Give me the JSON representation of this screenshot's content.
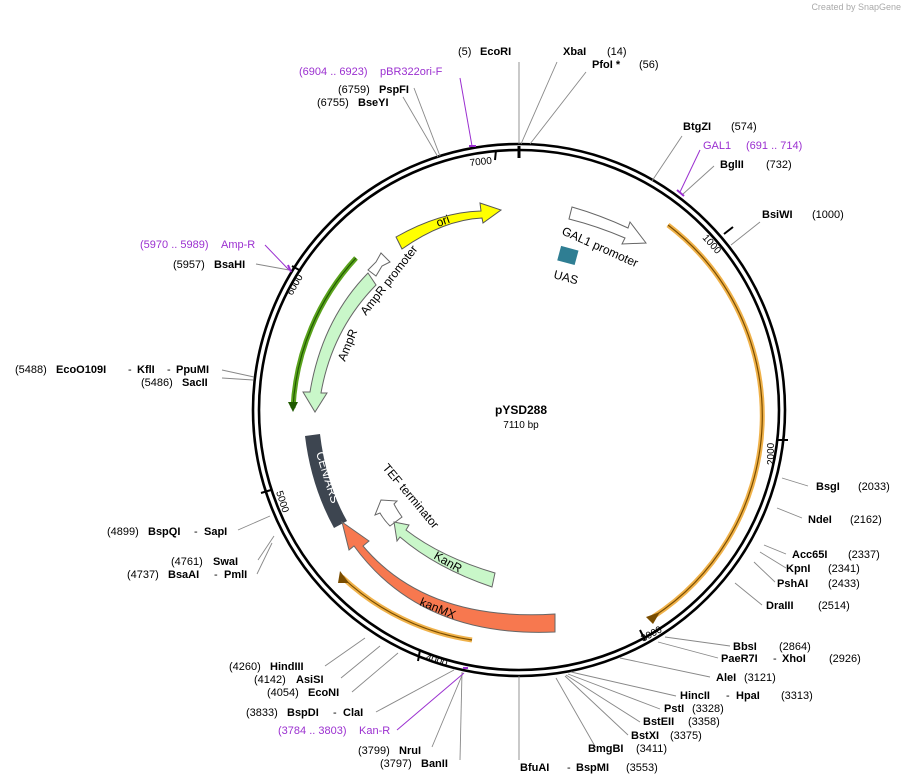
{
  "credit": "Created by SnapGene",
  "plasmid": {
    "name": "pYSD288",
    "length_label": "7110 bp",
    "total_bp": 7110
  },
  "colors": {
    "ori": "#ffff00",
    "ampr": "#c9f7c9",
    "kanmx": "#f7784f",
    "kanr": "#c9f7c9",
    "cen_ars": "#3d4550",
    "uas": "#2f7e93",
    "orange_track": "#f0b24a",
    "green_track": "#5aa21c",
    "primer": "#9b30d0"
  },
  "ticks": [
    "1000",
    "2000",
    "3000",
    "4000",
    "5000",
    "6000",
    "7000"
  ],
  "features": {
    "ori": "ori",
    "gal1_promoter": "GAL1 promoter",
    "uas": "UAS",
    "ampr_promoter": "AmpR promoter",
    "ampr": "AmpR",
    "cen_ars": "CEN/ARS",
    "tef_terminator": "TEF terminator",
    "kanr": "KanR",
    "kanmx": "kanMX"
  },
  "sites": [
    {
      "pos": "(5)",
      "name": "EcoRI"
    },
    {
      "name": "XbaI",
      "pos": "(14)"
    },
    {
      "name": "PfoI *",
      "pos": "(56)"
    },
    {
      "name": "BtgZI",
      "pos": "(574)"
    },
    {
      "name": "BglII",
      "pos": "(732)"
    },
    {
      "name": "BsiWI",
      "pos": "(1000)"
    },
    {
      "name": "BsgI",
      "pos": "(2033)"
    },
    {
      "name": "NdeI",
      "pos": "(2162)"
    },
    {
      "name": "Acc65I",
      "pos": "(2337)"
    },
    {
      "name": "KpnI",
      "pos": "(2341)"
    },
    {
      "name": "PshAI",
      "pos": "(2433)"
    },
    {
      "name": "DraIII",
      "pos": "(2514)"
    },
    {
      "name": "BbsI",
      "pos": "(2864)"
    },
    {
      "name": "PaeR7I",
      "sep": "-",
      "name2": "XhoI",
      "pos": "(2926)"
    },
    {
      "name": "AleI",
      "pos": "(3121)"
    },
    {
      "name": "HincII",
      "sep": "-",
      "name2": "HpaI",
      "pos": "(3313)"
    },
    {
      "name": "PstI",
      "pos": "(3328)"
    },
    {
      "name": "BstEII",
      "pos": "(3358)"
    },
    {
      "name": "BstXI",
      "pos": "(3375)"
    },
    {
      "name": "BmgBI",
      "pos": "(3411)"
    },
    {
      "name": "BfuAI",
      "sep": "-",
      "name2": "BspMI",
      "pos": "(3553)"
    },
    {
      "pos": "(3797)",
      "name": "BanII"
    },
    {
      "pos": "(3799)",
      "name": "NruI"
    },
    {
      "pos": "(3833)",
      "name": "BspDI",
      "sep": "-",
      "name2": "ClaI"
    },
    {
      "pos": "(4054)",
      "name": "EcoNI"
    },
    {
      "pos": "(4142)",
      "name": "AsiSI"
    },
    {
      "pos": "(4260)",
      "name": "HindIII"
    },
    {
      "pos": "(4737)",
      "name": "BsaAI",
      "sep": "-",
      "name2": "PmlI"
    },
    {
      "pos": "(4761)",
      "name": "SwaI"
    },
    {
      "pos": "(4899)",
      "name": "BspQI",
      "sep": "-",
      "name2": "SapI"
    },
    {
      "pos": "(5486)",
      "name": "SacII"
    },
    {
      "pos": "(5488)",
      "name": "EcoO109I",
      "sep": "-",
      "name2": "KflI",
      "sep2": "-",
      "name3": "PpuMI"
    },
    {
      "pos": "(5957)",
      "name": "BsaHI"
    },
    {
      "pos": "(6755)",
      "name": "BseYI"
    },
    {
      "pos": "(6759)",
      "name": "PspFI"
    }
  ],
  "primers": [
    {
      "range": "(6904 .. 6923)",
      "name": "pBR322ori-F"
    },
    {
      "name": "GAL1",
      "range": "(691 .. 714)"
    },
    {
      "range": "(5970 .. 5989)",
      "name": "Amp-R"
    },
    {
      "range": "(3784 .. 3803)",
      "name": "Kan-R"
    }
  ]
}
